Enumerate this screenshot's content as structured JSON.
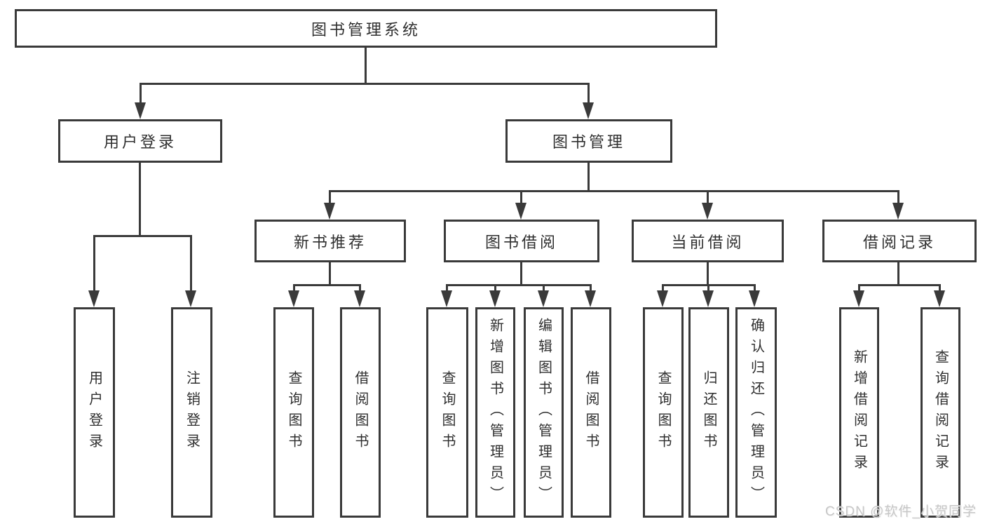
{
  "colors": {
    "line": "#3a3a3a",
    "text": "#2f2f2f",
    "watermark": "#c7c7c7",
    "background": "#ffffff"
  },
  "watermark": "CSDN @软件_小贺同学",
  "diagram": {
    "title": "图书管理系统",
    "branches": [
      {
        "label": "用户登录",
        "children": [
          "用户登录",
          "注销登录"
        ]
      },
      {
        "label": "图书管理",
        "children": [
          {
            "label": "新书推荐",
            "children": [
              "查询图书",
              "借阅图书"
            ]
          },
          {
            "label": "图书借阅",
            "children": [
              "查询图书",
              "新增图书（管理员）",
              "编辑图书（管理员）",
              "借阅图书"
            ]
          },
          {
            "label": "当前借阅",
            "children": [
              "查询图书",
              "归还图书",
              "确认归还（管理员）"
            ]
          },
          {
            "label": "借阅记录",
            "children": [
              "新增借阅记录",
              "查询借阅记录"
            ]
          }
        ]
      }
    ]
  }
}
